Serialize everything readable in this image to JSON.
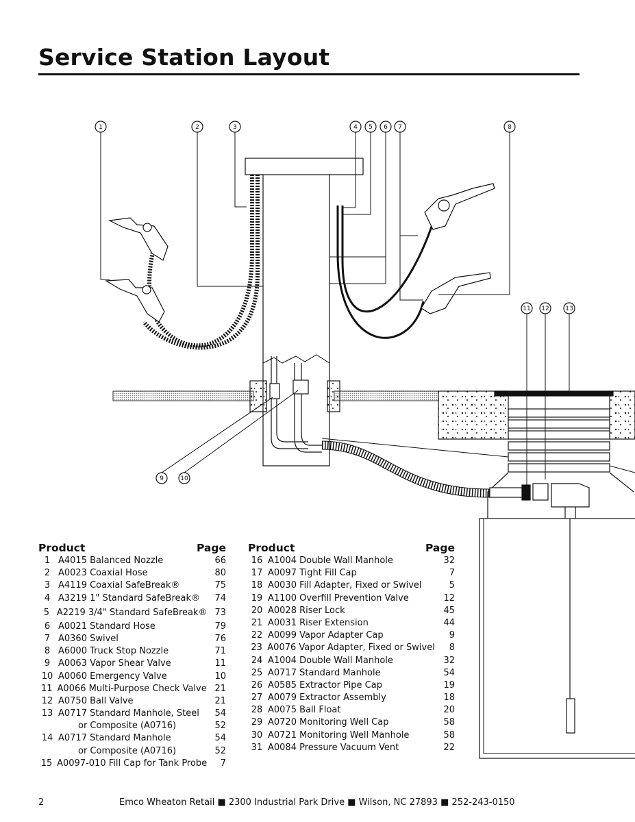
{
  "page_title": "Service Station Layout",
  "diagram": {
    "callouts_top": [
      "1",
      "2",
      "3",
      "4",
      "5",
      "6",
      "7",
      "8"
    ],
    "callouts_right": [
      "11",
      "12",
      "13"
    ],
    "callouts_bottom": [
      "9",
      "10"
    ]
  },
  "table_left": {
    "header_product": "Product",
    "header_page": "Page",
    "rows": [
      {
        "num": "1",
        "name": "A4015 Balanced Nozzle",
        "page": "66"
      },
      {
        "num": "2",
        "name": "A0023 Coaxial Hose",
        "page": "80"
      },
      {
        "num": "3",
        "name": "A4119 Coaxial SafeBreak®",
        "page": "75"
      },
      {
        "num": "4",
        "name": "A3219 1\" Standard SafeBreak®",
        "page": "74"
      },
      {
        "num": "5",
        "name": "A2219 3/4\" Standard SafeBreak®",
        "page": "73"
      },
      {
        "num": "6",
        "name": "A0021 Standard Hose",
        "page": "79"
      },
      {
        "num": "7",
        "name": "A0360 Swivel",
        "page": "76"
      },
      {
        "num": "8",
        "name": "A6000 Truck Stop Nozzle",
        "page": "71"
      },
      {
        "num": "9",
        "name": "A0063 Vapor Shear Valve",
        "page": "11"
      },
      {
        "num": "10",
        "name": "A0060 Emergency Valve",
        "page": "10"
      },
      {
        "num": "11",
        "name": "A0066 Multi-Purpose Check Valve",
        "page": "21"
      },
      {
        "num": "12",
        "name": "A0750 Ball Valve",
        "page": "21"
      },
      {
        "num": "13",
        "name": "A0717 Standard Manhole, Steel",
        "page": "54"
      },
      {
        "num": "",
        "name": "or Composite (A0716)",
        "page": "52"
      },
      {
        "num": "14",
        "name": "A0717 Standard Manhole",
        "page": "54"
      },
      {
        "num": "",
        "name": "or Composite (A0716)",
        "page": "52"
      },
      {
        "num": "15",
        "name": "A0097-010 Fill Cap for Tank Probe",
        "page": "7"
      }
    ]
  },
  "table_right": {
    "header_product": "Product",
    "header_page": "Page",
    "rows": [
      {
        "num": "16",
        "name": "A1004 Double Wall Manhole",
        "page": "32"
      },
      {
        "num": "17",
        "name": "A0097 Tight Fill Cap",
        "page": "7"
      },
      {
        "num": "18",
        "name": "A0030 Fill Adapter, Fixed or Swivel",
        "page": "5"
      },
      {
        "num": "19",
        "name": "A1100 Overfill Prevention Valve",
        "page": "12"
      },
      {
        "num": "20",
        "name": "A0028 Riser Lock",
        "page": "45"
      },
      {
        "num": "21",
        "name": "A0031 Riser Extension",
        "page": "44"
      },
      {
        "num": "22",
        "name": "A0099 Vapor Adapter Cap",
        "page": "9"
      },
      {
        "num": "23",
        "name": "A0076 Vapor Adapter, Fixed or Swivel",
        "page": "8"
      },
      {
        "num": "24",
        "name": "A1004 Double Wall Manhole",
        "page": "32"
      },
      {
        "num": "25",
        "name": "A0717 Standard Manhole",
        "page": "54"
      },
      {
        "num": "26",
        "name": "A0585 Extractor Pipe Cap",
        "page": "19"
      },
      {
        "num": "27",
        "name": "A0079 Extractor Assembly",
        "page": "18"
      },
      {
        "num": "28",
        "name": "A0075 Ball Float",
        "page": "20"
      },
      {
        "num": "29",
        "name": "A0720 Monitoring Well Cap",
        "page": "58"
      },
      {
        "num": "30",
        "name": "A0721 Monitoring Well Manhole",
        "page": "58"
      },
      {
        "num": "31",
        "name": "A0084 Pressure Vacuum Vent",
        "page": "22"
      }
    ]
  },
  "footer": {
    "page_number": "2",
    "address": "Emco Wheaton Retail ■ 2300 Industrial Park Drive ■ Wilson, NC 27893 ■ 252-243-0150"
  }
}
